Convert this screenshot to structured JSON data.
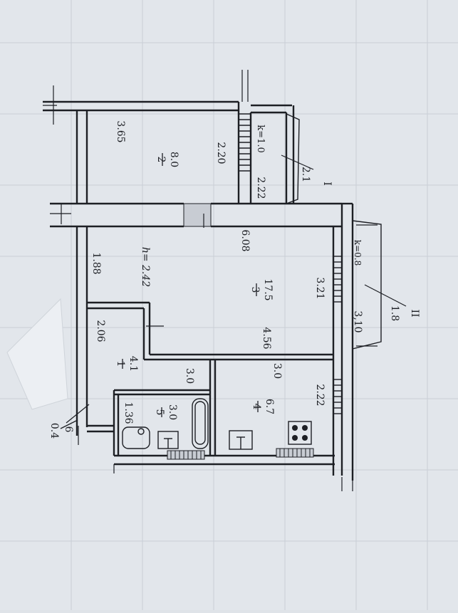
{
  "plan": {
    "height_label": "h= 2.42",
    "rooms": [
      {
        "number": "2",
        "area": "8.0"
      },
      {
        "number": "3",
        "area": "17.5"
      },
      {
        "number": "1",
        "area": "4.1"
      },
      {
        "number": "4",
        "area": "6.7"
      },
      {
        "number": "5",
        "area": "3.0"
      },
      {
        "number": "6",
        "area": "0.4"
      }
    ],
    "dimensions": {
      "d_365": "3.65",
      "d_220": "2.20",
      "d_222_top": "2.22",
      "d_608": "6.08",
      "d_188": "1.88",
      "d_321": "3.21",
      "d_206": "2.06",
      "d_456": "4.56",
      "d_30_bath": "3.0",
      "d_30_kitchen": "3.0",
      "d_222_kitchen": "2.22",
      "d_136": "1.36"
    },
    "windows": [
      {
        "label": "I",
        "fraction": "2.1",
        "k": "k=1.0",
        "width": "2.22"
      },
      {
        "label": "II",
        "fraction": "1.8",
        "k": "k=0.8",
        "width": "3,10"
      }
    ]
  }
}
